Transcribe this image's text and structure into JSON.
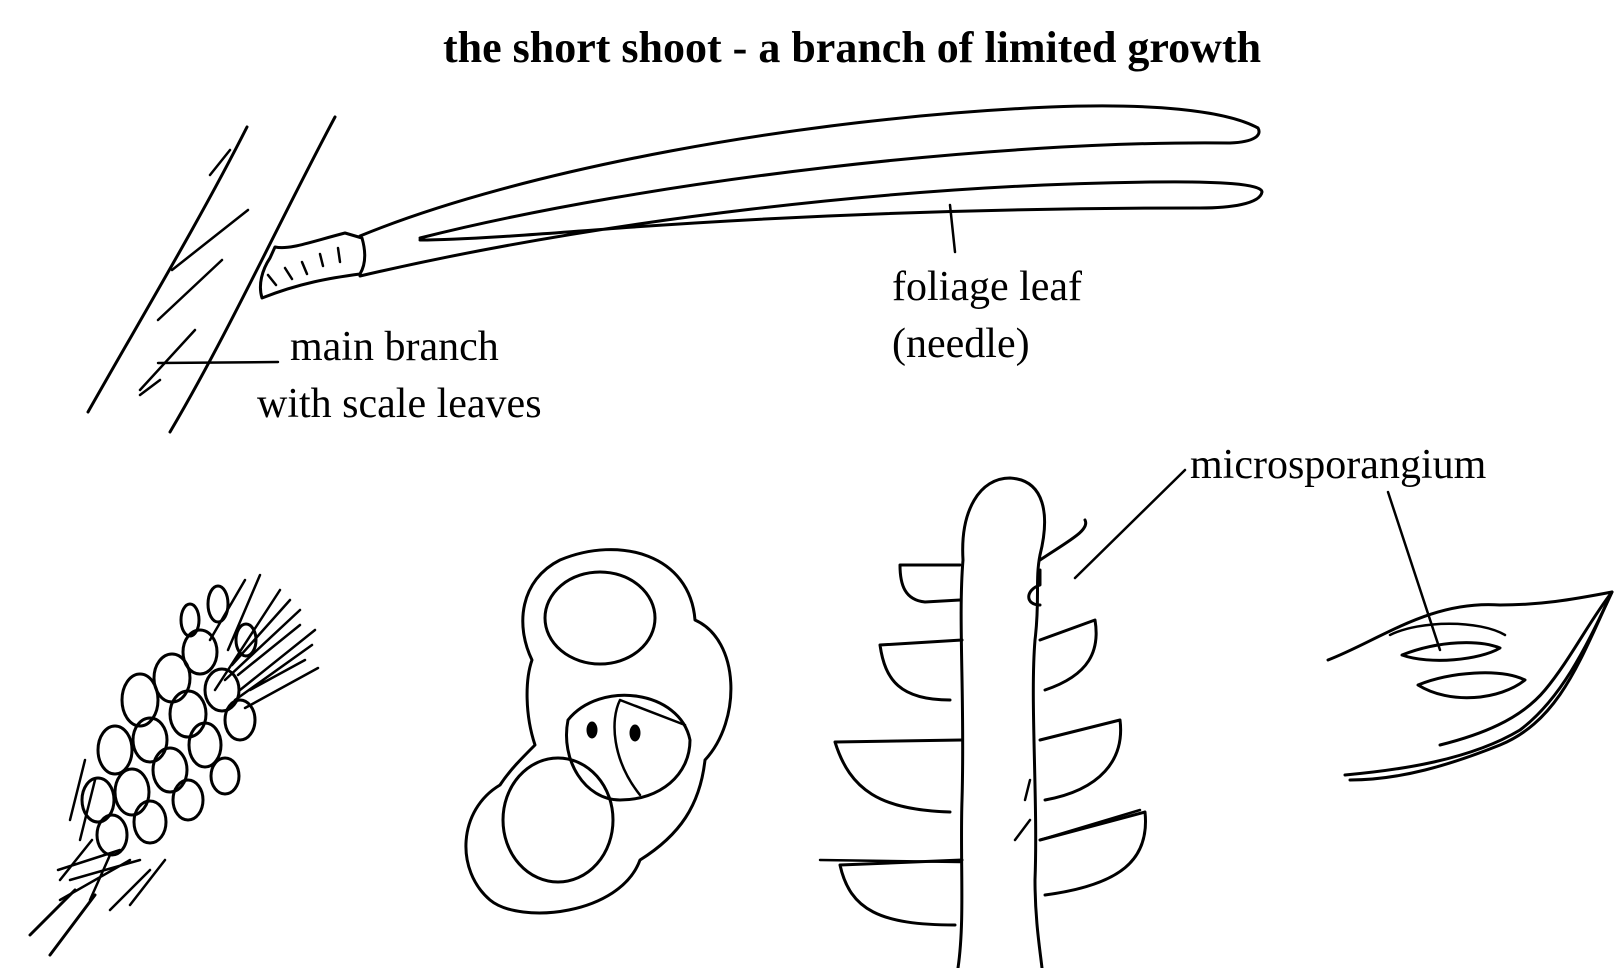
{
  "title": "the short shoot - a branch of limited growth",
  "labels": {
    "main_branch_line1": "main branch",
    "main_branch_line2": "with scale leaves",
    "foliage_leaf_line1": "foliage leaf",
    "foliage_leaf_line2": "(needle)",
    "microsporangium": "microsporangium"
  },
  "colors": {
    "ink": "#000000",
    "background": "#ffffff"
  }
}
